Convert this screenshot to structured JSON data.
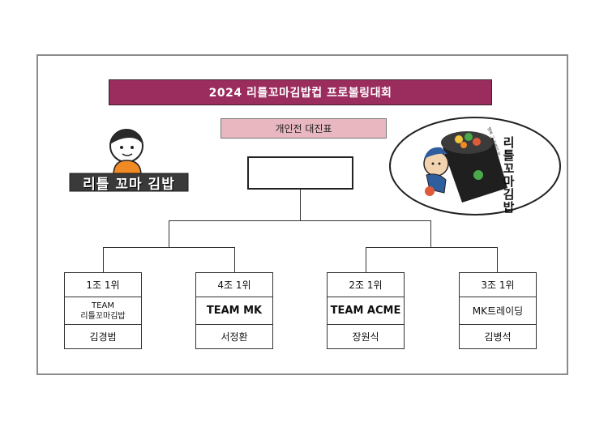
{
  "title": "2024 리틀꼬마김밥컵 프로볼링대회",
  "subtitle": "개인전 대진표",
  "logo_left_text": "리틀 꼬마 김밥",
  "logo_right_text": "리틀꼬마김밥",
  "logo_right_small_text": "행복 그 자체의 맛",
  "winner": "",
  "teams": [
    {
      "rank": "1조 1위",
      "team_line1": "TEAM",
      "team_line2": "리틀꼬마김밥",
      "player": "김경범"
    },
    {
      "rank": "4조 1위",
      "team": "TEAM MK",
      "player": "서정환"
    },
    {
      "rank": "2조 1위",
      "team": "TEAM ACME",
      "player": "장원식"
    },
    {
      "rank": "3조 1위",
      "team": "MK트레이딩",
      "player": "김병석"
    }
  ],
  "colors": {
    "banner": "#9b2d5e",
    "subtitle_bg": "#e8b7bf"
  }
}
